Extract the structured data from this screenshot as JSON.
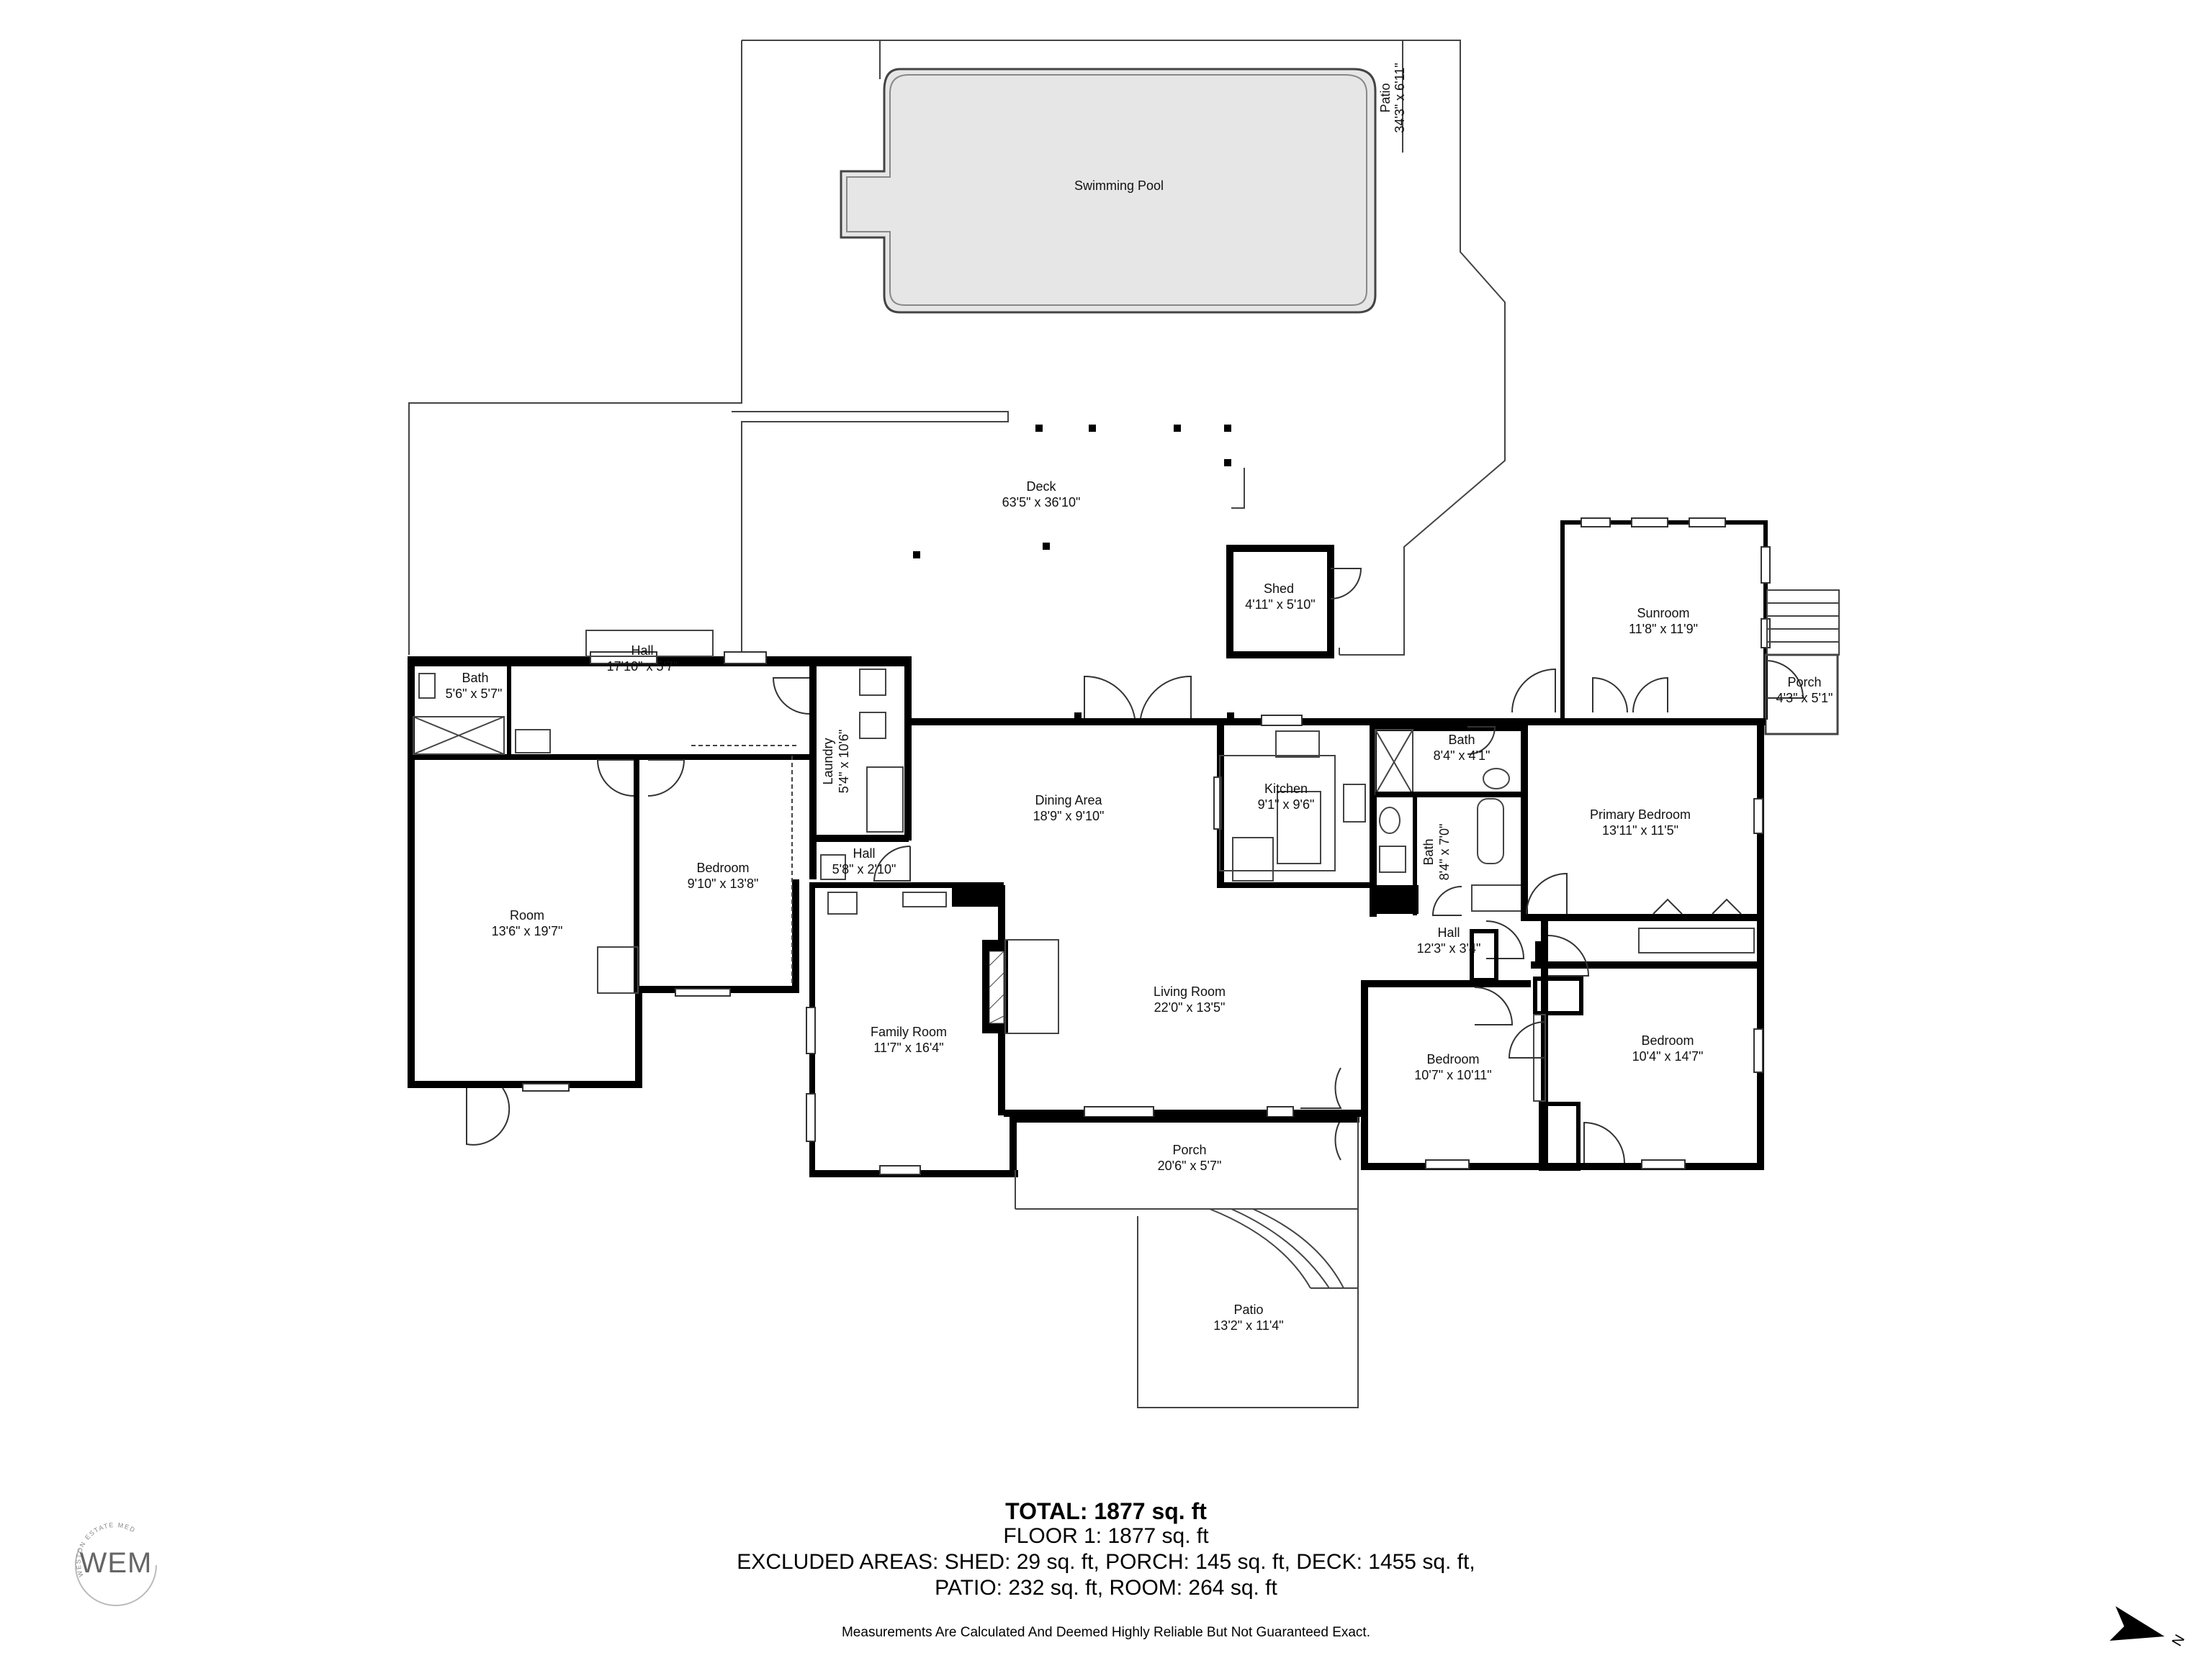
{
  "rooms": {
    "swimming_pool": {
      "name": "Swimming Pool",
      "dims": ""
    },
    "patio_top": {
      "name": "Patio",
      "dims": "34'3\" x 6'11\""
    },
    "deck": {
      "name": "Deck",
      "dims": "63'5\" x 36'10\""
    },
    "shed": {
      "name": "Shed",
      "dims": "4'11\" x 5'10\""
    },
    "sunroom": {
      "name": "Sunroom",
      "dims": "11'8\" x 11'9\""
    },
    "porch_right": {
      "name": "Porch",
      "dims": "4'3\" x 5'1\""
    },
    "bath_left": {
      "name": "Bath",
      "dims": "5'6\" x 5'7\""
    },
    "hall_top": {
      "name": "Hall",
      "dims": "17'10\" x 5'7\""
    },
    "laundry": {
      "name": "Laundry",
      "dims": "5'4\" x 10'6\""
    },
    "dining_area": {
      "name": "Dining Area",
      "dims": "18'9\" x 9'10\""
    },
    "kitchen": {
      "name": "Kitchen",
      "dims": "9'1\" x 9'6\""
    },
    "bath_center": {
      "name": "Bath",
      "dims": "8'4\" x 4'1\""
    },
    "bath_vertical": {
      "name": "Bath",
      "dims": "8'4\" x 7'0\""
    },
    "primary_bedroom": {
      "name": "Primary Bedroom",
      "dims": "13'11\" x 11'5\""
    },
    "hall_small": {
      "name": "Hall",
      "dims": "5'8\" x 2'10\""
    },
    "bedroom_left": {
      "name": "Bedroom",
      "dims": "9'10\" x 13'8\""
    },
    "room": {
      "name": "Room",
      "dims": "13'6\" x 19'7\""
    },
    "hall_right": {
      "name": "Hall",
      "dims": "12'3\" x 3'4\""
    },
    "living_room": {
      "name": "Living Room",
      "dims": "22'0\" x 13'5\""
    },
    "family_room": {
      "name": "Family Room",
      "dims": "11'7\" x 16'4\""
    },
    "bedroom_center": {
      "name": "Bedroom",
      "dims": "10'7\" x 10'11\""
    },
    "bedroom_right": {
      "name": "Bedroom",
      "dims": "10'4\" x 14'7\""
    },
    "porch_front": {
      "name": "Porch",
      "dims": "20'6\" x 5'7\""
    },
    "patio_front": {
      "name": "Patio",
      "dims": "13'2\" x 11'4\""
    }
  },
  "summary": {
    "total": "TOTAL: 1877 sq. ft",
    "floor1": "FLOOR 1: 1877 sq. ft",
    "excluded_line1": "EXCLUDED AREAS: SHED: 29 sq. ft, PORCH: 145 sq. ft, DECK: 1455 sq. ft,",
    "excluded_line2": "PATIO: 232 sq. ft, ROOM: 264 sq. ft"
  },
  "disclaimer": "Measurements Are Calculated And Deemed Highly Reliable But Not Guaranteed Exact.",
  "logo": {
    "text": "WEM",
    "ring_text": "WESTON ESTATE MEDIA"
  },
  "compass": {
    "label": "N",
    "icon": "north-arrow-icon"
  },
  "colors": {
    "wall": "#000000",
    "pool_fill": "#e6e6e6",
    "outline": "#444444"
  }
}
